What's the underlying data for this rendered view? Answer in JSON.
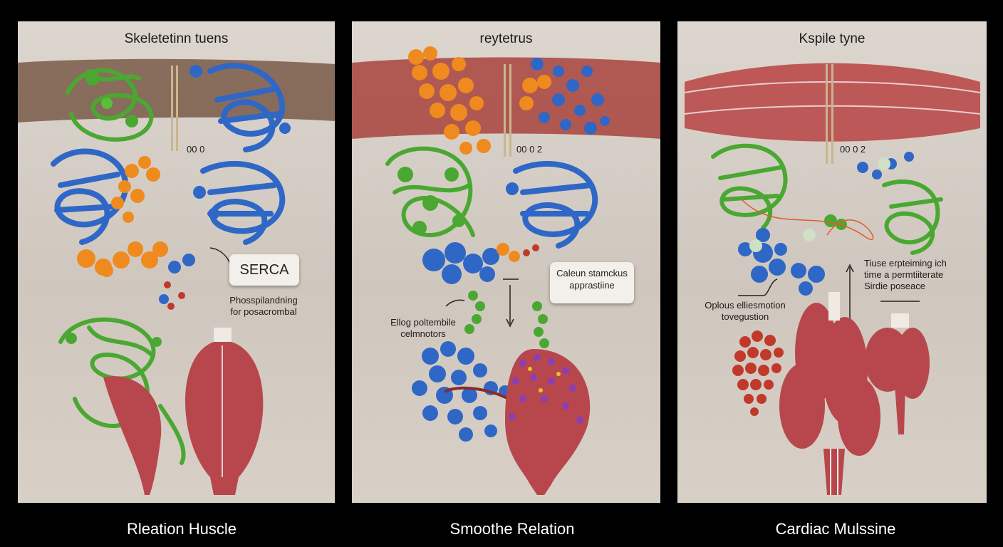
{
  "panels": [
    {
      "title": "Skeletetinn tuens",
      "caption": "Rleation Huscle",
      "labels": {
        "marker": "00 0",
        "callout": "SERCA",
        "note_line1": "Phosspilandning",
        "note_line2": "for posacrombal"
      }
    },
    {
      "title": "reytetrus",
      "caption": "Smoothe Relation",
      "labels": {
        "marker": "00 0 2",
        "callout_line1": "Caleun stamckus",
        "callout_line2": "apprastiine",
        "note_line1": "Ellog poltembile",
        "note_line2": "celmnotors"
      }
    },
    {
      "title": "Kspile tyne",
      "caption": "Cardiac Mulssine",
      "labels": {
        "marker": "00 0 2",
        "note_right_line1": "Tiuse erpteiming ich",
        "note_right_line2": "time a permtiiterate",
        "note_right_line3": "Sirdie poseace",
        "note_left_line1": "Oplous elliesmotion",
        "note_left_line2": "tovegustion"
      }
    }
  ],
  "colors": {
    "green": "#4aa832",
    "blue": "#2f67c6",
    "orange": "#ef8a1e",
    "red": "#c0392b",
    "purple": "#8a3fb5",
    "muscle": "#b8474d",
    "background": "#000000"
  }
}
